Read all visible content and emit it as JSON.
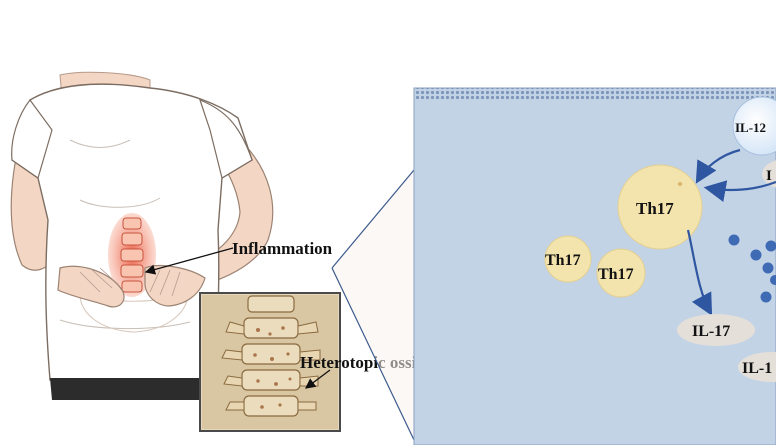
{
  "labels": {
    "inflammation": "Inflammation",
    "ossification": "Heterotopic ossification"
  },
  "cells": {
    "th17_large": "Th17",
    "th17_small_a": "Th17",
    "th17_small_b": "Th17"
  },
  "cytokines": {
    "il12": "IL-12",
    "il17": "IL-17",
    "il_partial_right": "IL-1",
    "il_partial_top": "I"
  },
  "colors": {
    "panel_bg": "#c3d3e6",
    "membrane": "#8aa1c2",
    "th17_cell": "#f3e3ad",
    "cytokine": "#e4dfd9",
    "arrow": "#2f56a0",
    "inflammation": "#e8553a",
    "dot": "#3f6bb5"
  }
}
